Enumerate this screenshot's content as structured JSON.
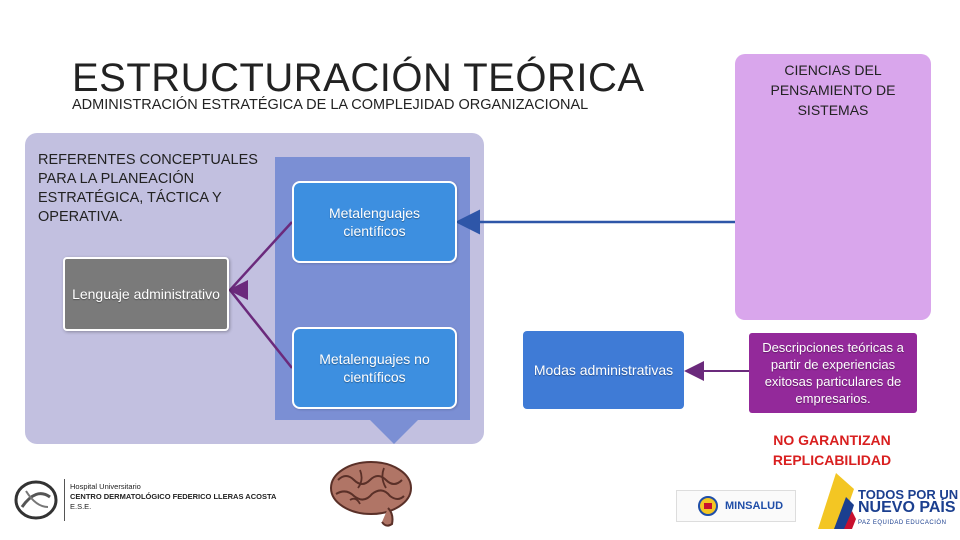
{
  "title": "ESTRUCTURACIÓN TEÓRICA",
  "subtitle": "ADMINISTRACIÓN ESTRATÉGICA DE LA COMPLEJIDAD ORGANIZACIONAL",
  "referentes": "REFERENTES CONCEPTUALES PARA LA PLANEACIÓN ESTRATÉGICA, TÁCTICA Y OPERATIVA.",
  "boxes": {
    "metalenguajes_cientificos": "Metalenguajes científicos",
    "metalenguajes_no_cientificos": "Metalenguajes no científicos",
    "lenguaje_administrativo": "Lenguaje administrativo",
    "modas_administrativas": "Modas administrativas",
    "ciencias_pensamiento": "CIENCIAS DEL PENSAMIENTO DE SISTEMAS",
    "descripciones_teoricas": "Descripciones teóricas a partir de experiencias exitosas particulares de empresarios."
  },
  "warning": "NO GARANTIZAN REPLICABILIDAD",
  "logos": {
    "hospital_line1": "Hospital Universitario",
    "hospital_line2": "CENTRO DERMATOLÓGICO FEDERICO LLERAS ACOSTA",
    "hospital_line3": "E.S.E.",
    "minsalud": "MINSALUD",
    "todos_line1": "TODOS POR UN",
    "todos_line2": "NUEVO PAÍS",
    "todos_line3": "PAZ EQUIDAD EDUCACIÓN"
  },
  "colors": {
    "outer_panel": "#c2c0e0",
    "chevron": "#7b8fd4",
    "metalenguaje_box": "#3d8fe0",
    "lenguaje_box": "#7a7a7a",
    "modas_box": "#3f7bd6",
    "ciencias_box": "#d9a6ec",
    "descripciones_box": "#93299a",
    "arrow_blue": "#2e56a8",
    "arrow_purple": "#6b2a7c",
    "warning_text": "#d91f1f"
  }
}
